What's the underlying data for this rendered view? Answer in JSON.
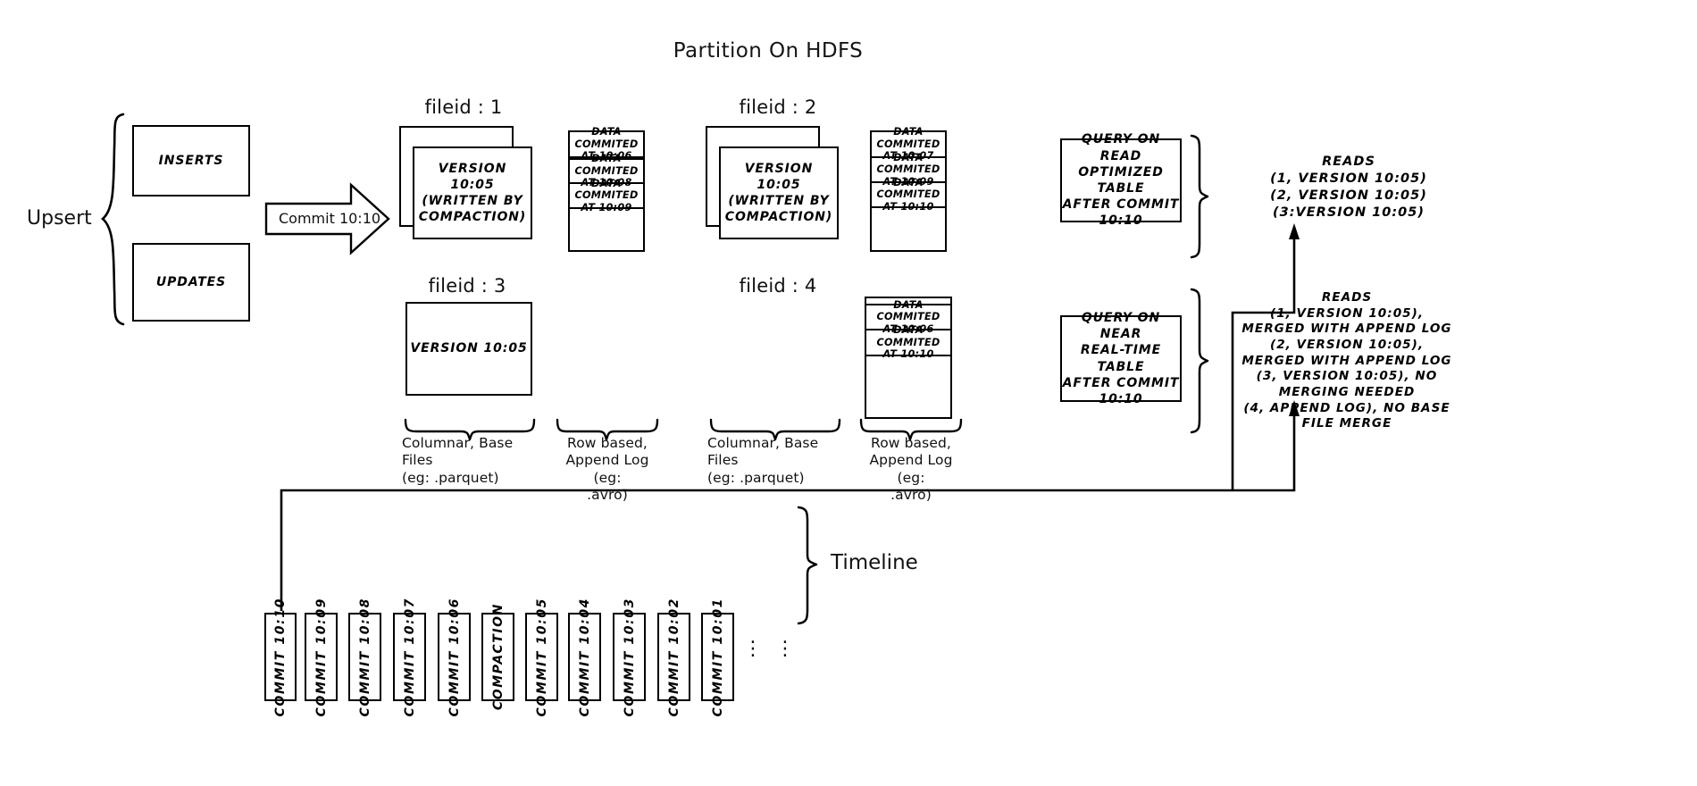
{
  "title": "Partition On HDFS",
  "left": {
    "upsert_label": "Upsert",
    "inserts_label": "INSERTS",
    "updates_label": "UPDATES",
    "commit_arrow_label": "Commit 10:10"
  },
  "partitions": [
    {
      "fileid_label": "fileid : 1",
      "base_text": "VERSION 10:05\n(WRITTEN BY\nCOMPACTION)",
      "base_stacked": true,
      "log_entries": [
        "DATA COMMITED\nAT 10:06",
        "DATA COMMITED\nAT 10:08",
        "DATA COMMITED\nAT 10:09"
      ]
    },
    {
      "fileid_label": "fileid : 2",
      "base_text": "VERSION 10:05\n(WRITTEN BY\nCOMPACTION)",
      "base_stacked": true,
      "log_entries": [
        "DATA COMMITED\nAT 10:07",
        "DATA COMMITED\nAT 10:09",
        "DATA COMMITED\nAT 10:10"
      ]
    },
    {
      "fileid_label": "fileid : 3",
      "base_text": "VERSION 10:05",
      "base_stacked": false,
      "log_entries": []
    },
    {
      "fileid_label": "fileid : 4",
      "base_text": "",
      "base_stacked": false,
      "log_entries": [
        "DATA COMMITED\nAT 10:06",
        "DATA COMMITED\nAT 10:10"
      ]
    }
  ],
  "captions": {
    "columnar": "Columnar, Base Files\n(eg: .parquet)",
    "rowlog": "Row based,\nAppend Log  (eg:\n.avro)"
  },
  "queries": [
    {
      "box_text": "QUERY ON READ\nOPTIMIZED TABLE\nAFTER COMMIT\n10:10",
      "reads_text": "READS\n(1, VERSION 10:05)\n(2, VERSION 10:05)\n(3:VERSION 10:05)"
    },
    {
      "box_text": "QUERY ON NEAR\nREAL-TIME TABLE\nAFTER COMMIT\n10:10",
      "reads_text": "READS\n(1, VERSION 10:05),\nMERGED WITH APPEND LOG\n(2, VERSION 10:05),\nMERGED WITH APPEND LOG\n(3, VERSION 10:05), NO\nMERGING NEEDED\n(4, APPEND LOG), NO BASE\nFILE MERGE"
    }
  ],
  "timeline": {
    "label": "Timeline",
    "dots": "⋮",
    "cards": [
      "COMMIT  10:10",
      "COMMIT  10:09",
      "COMMIT  10:08",
      "COMMIT  10:07",
      "COMMIT  10:06",
      "COMPACTION",
      "COMMIT  10:05",
      "COMMIT  10:04",
      "COMMIT  10:03",
      "COMMIT  10:02",
      "COMMIT  10:01"
    ]
  },
  "colors": {
    "stroke": "#000000",
    "background": "#ffffff"
  }
}
